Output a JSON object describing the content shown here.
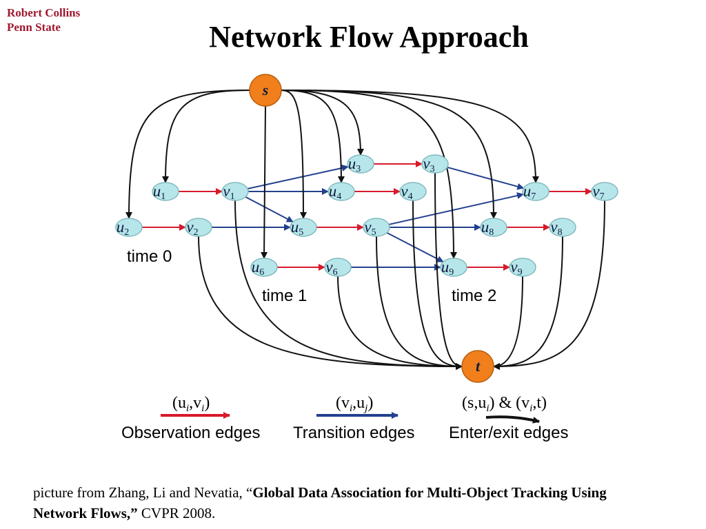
{
  "author": {
    "line1": "Robert Collins",
    "line2": "Penn State"
  },
  "title": "Network Flow Approach",
  "colors": {
    "observation": "#d8192b",
    "transition": "#23408e",
    "enter_exit": "#111111",
    "node_fill": "#b7e6ea",
    "terminal_fill": "#f07f1c"
  },
  "nodes": [
    {
      "id": "s",
      "base": "s",
      "sub": "",
      "kind": "terminal"
    },
    {
      "id": "t",
      "base": "t",
      "sub": "",
      "kind": "terminal"
    },
    {
      "id": "u1",
      "base": "u",
      "sub": "1",
      "kind": "obs"
    },
    {
      "id": "v1",
      "base": "v",
      "sub": "1",
      "kind": "obs"
    },
    {
      "id": "u2",
      "base": "u",
      "sub": "2",
      "kind": "obs"
    },
    {
      "id": "v2",
      "base": "v",
      "sub": "2",
      "kind": "obs"
    },
    {
      "id": "u3",
      "base": "u",
      "sub": "3",
      "kind": "obs"
    },
    {
      "id": "v3",
      "base": "v",
      "sub": "3",
      "kind": "obs"
    },
    {
      "id": "u4",
      "base": "u",
      "sub": "4",
      "kind": "obs"
    },
    {
      "id": "v4",
      "base": "v",
      "sub": "4",
      "kind": "obs"
    },
    {
      "id": "u5",
      "base": "u",
      "sub": "5",
      "kind": "obs"
    },
    {
      "id": "v5",
      "base": "v",
      "sub": "5",
      "kind": "obs"
    },
    {
      "id": "u6",
      "base": "u",
      "sub": "6",
      "kind": "obs"
    },
    {
      "id": "v6",
      "base": "v",
      "sub": "6",
      "kind": "obs"
    },
    {
      "id": "u7",
      "base": "u",
      "sub": "7",
      "kind": "obs"
    },
    {
      "id": "v7",
      "base": "v",
      "sub": "7",
      "kind": "obs"
    },
    {
      "id": "u8",
      "base": "u",
      "sub": "8",
      "kind": "obs"
    },
    {
      "id": "v8",
      "base": "v",
      "sub": "8",
      "kind": "obs"
    },
    {
      "id": "u9",
      "base": "u",
      "sub": "9",
      "kind": "obs"
    },
    {
      "id": "v9",
      "base": "v",
      "sub": "9",
      "kind": "obs"
    }
  ],
  "time_labels": {
    "t0": "time 0",
    "t1": "time 1",
    "t2": "time 2"
  },
  "edges": {
    "observation": [
      [
        "u1",
        "v1"
      ],
      [
        "u2",
        "v2"
      ],
      [
        "u3",
        "v3"
      ],
      [
        "u4",
        "v4"
      ],
      [
        "u5",
        "v5"
      ],
      [
        "u6",
        "v6"
      ],
      [
        "u7",
        "v7"
      ],
      [
        "u8",
        "v8"
      ],
      [
        "u9",
        "v9"
      ]
    ],
    "transition": [
      [
        "v1",
        "u3"
      ],
      [
        "v1",
        "u4"
      ],
      [
        "v1",
        "u5"
      ],
      [
        "v2",
        "u5"
      ],
      [
        "v3",
        "u7"
      ],
      [
        "v5",
        "u7"
      ],
      [
        "v5",
        "u8"
      ],
      [
        "v5",
        "u9"
      ],
      [
        "v6",
        "u9"
      ]
    ],
    "enter": [
      "u1",
      "u2",
      "u3",
      "u4",
      "u5",
      "u6",
      "u7",
      "u8",
      "u9"
    ],
    "exit": [
      "v1",
      "v2",
      "v3",
      "v4",
      "v5",
      "v6",
      "v7",
      "v8",
      "v9"
    ]
  },
  "legend": {
    "observation": {
      "formula": "(u",
      "formula_i": "i",
      "formula_mid": ",v",
      "formula_i2": "i",
      "formula_end": ")",
      "label": "Observation edges"
    },
    "transition": {
      "formula": "(v",
      "formula_i": "i",
      "formula_mid": ",u",
      "formula_i2": "j",
      "formula_end": ")",
      "label": "Transition edges"
    },
    "enter_exit": {
      "formula": "(s,u",
      "formula_i": "i",
      "formula_mid": ") & (v",
      "formula_i2": "i",
      "formula_end": ",t)",
      "label": "Enter/exit edges"
    }
  },
  "caption": {
    "prefix": "picture from Zhang, Li and Nevatia, “",
    "bold": "Global Data Association for Multi-Object Tracking Using Network Flows,”",
    "suffix": " CVPR 2008."
  }
}
